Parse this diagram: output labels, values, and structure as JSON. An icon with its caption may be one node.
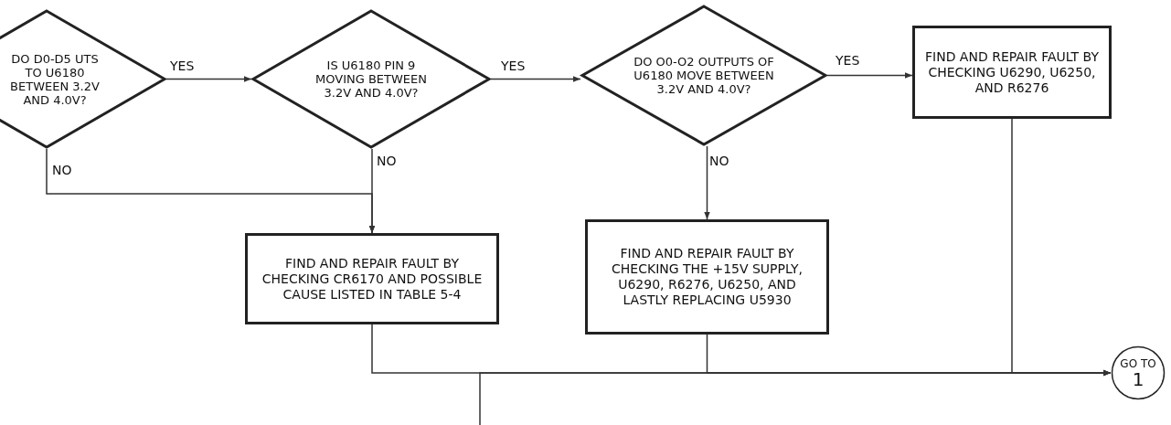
{
  "diagram": {
    "nodes": [
      {
        "text": [
          "DO D0-D5 UTS TO U6180 BETWEEN 3.2V AND 4.0V?"
        ]
      },
      {
        "text": [
          "IS U6180 PIN 9 MOVING BETWEEN 3.2V AND 4.0V?"
        ]
      },
      {
        "text": [
          "DO O0-O2 OUTPUTS OF U6180 MOVE BETWEEN 3.2V AND 4.0V?"
        ]
      },
      {
        "text": [
          "FIND AND REPAIR FAULT BY CHECKING U6290, U6250, AND R6276"
        ]
      },
      {
        "text": [
          "FIND AND REPAIR FAULT BY CHECKING CR6170 AND POSSIBLE CAUSE LISTED IN TABLE 5-4"
        ]
      },
      {
        "text": [
          "FIND AND REPAIR FAULT BY CHECKING THE +15V SUPPLY, U6290, R6276, U6250, AND LASTLY REPLACING U5930"
        ]
      },
      {
        "text": [
          "GO TO",
          "1"
        ]
      }
    ],
    "edges": [
      {
        "from": 0,
        "to": 1,
        "arrow": "to",
        "label": "YES"
      },
      {
        "from": 1,
        "to": 2,
        "arrow": "to",
        "label": "YES"
      },
      {
        "from": 2,
        "to": 3,
        "arrow": "to",
        "label": "YES"
      },
      {
        "from": 0,
        "to": 4,
        "arrow": "to",
        "label": "NO"
      },
      {
        "from": 1,
        "to": 4,
        "arrow": "to",
        "label": "NO"
      },
      {
        "from": 2,
        "to": 5,
        "arrow": "to",
        "label": "NO"
      },
      {
        "from": 4,
        "to": 6,
        "arrow": "to"
      },
      {
        "from": 5,
        "to": 6,
        "arrow": "to"
      },
      {
        "from": 3,
        "to": 6,
        "arrow": "to"
      },
      {
        "from": null,
        "to": 6,
        "arrow": "to"
      }
    ]
  }
}
